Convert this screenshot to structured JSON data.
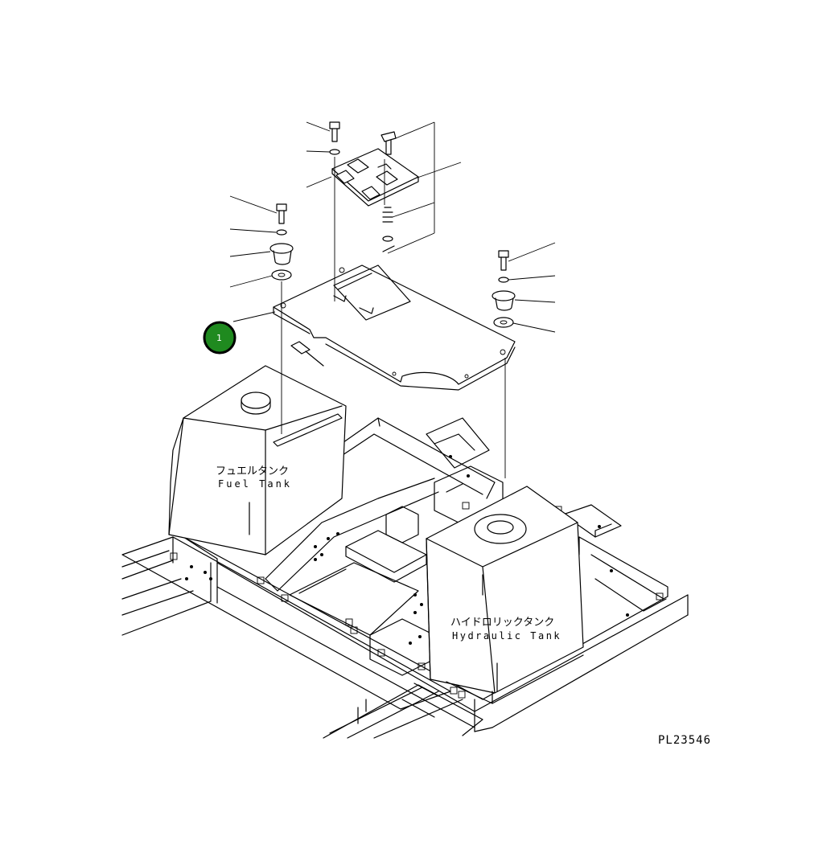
{
  "diagram": {
    "drawing_code": "PL23546",
    "fuel_tank": {
      "label_jp": "フュエルタンク",
      "label_en": "Fuel Tank"
    },
    "hydraulic_tank": {
      "label_jp": "ハイドロリックタンク",
      "label_en": "Hydraulic Tank"
    },
    "callouts": [
      {
        "number": "1",
        "color": "#1f8a1f"
      }
    ]
  }
}
